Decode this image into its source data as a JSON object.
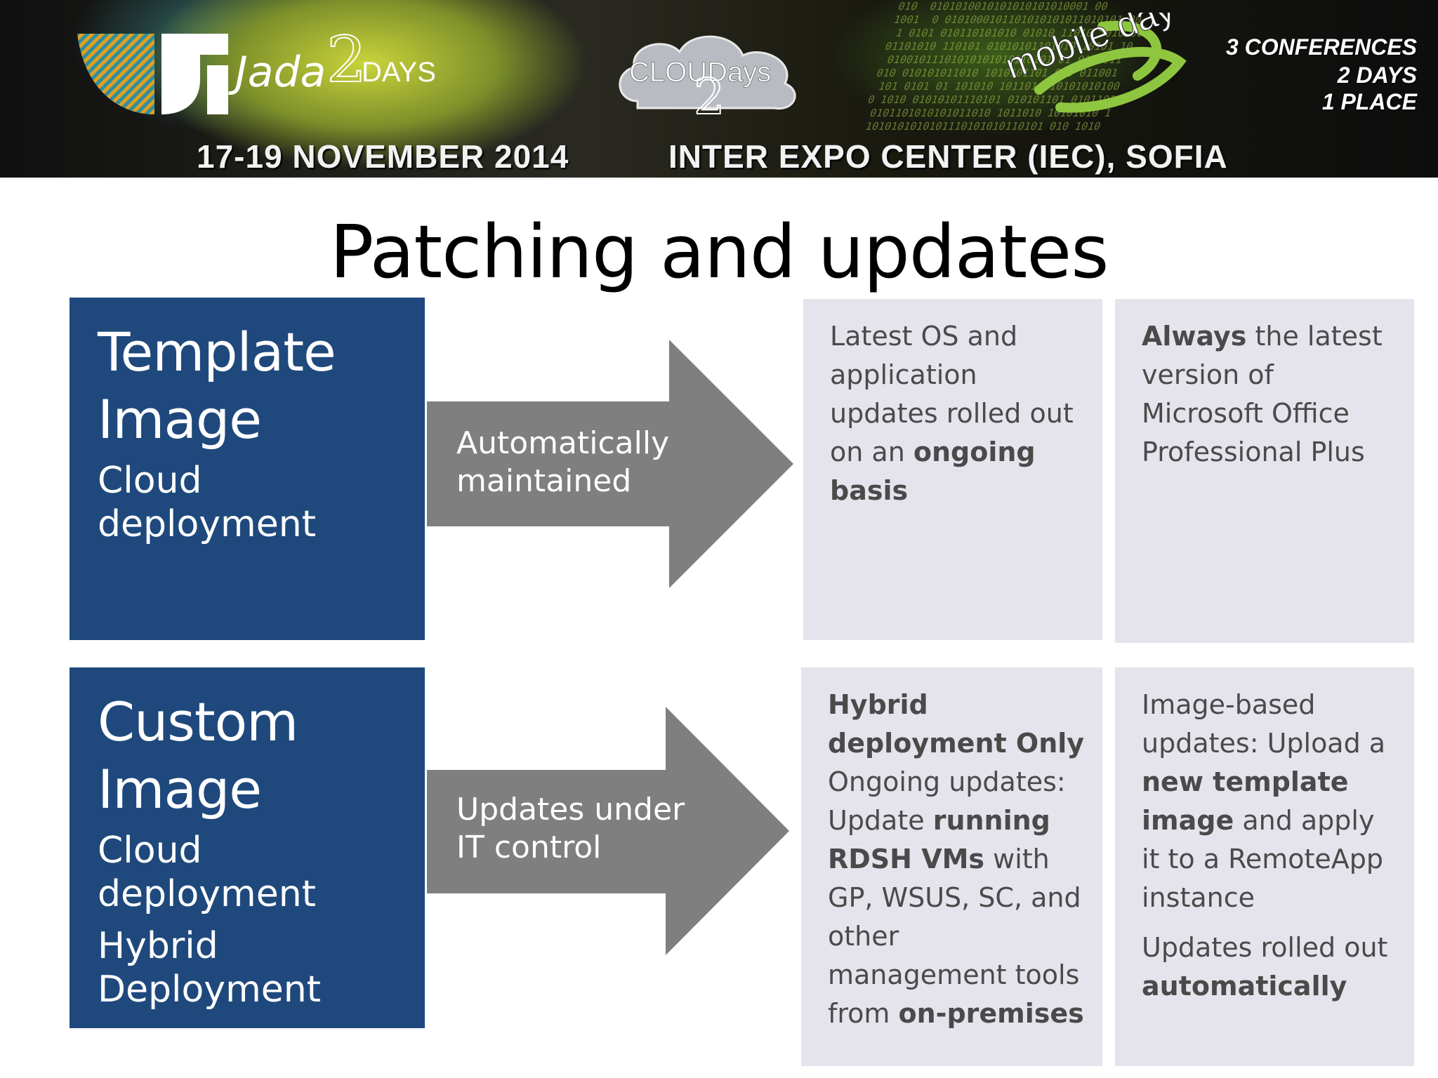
{
  "banner": {
    "logo_main_text": "DAYS",
    "logo_cloud_text": "CLOUDays",
    "logo_mobile_text": "mobile day",
    "conf_line_1": "3 CONFERENCES",
    "conf_line_2": "2 DAYS",
    "conf_line_3": "1 PLACE",
    "date_text": "17-19 NOVEMBER 2014",
    "venue_text": "INTER EXPO CENTER (IEC), SOFIA",
    "accent_color": "#a6c64a"
  },
  "slide": {
    "title": "Patching and updates",
    "rows": [
      {
        "box_title": "Template Image",
        "subs": [
          "Cloud deployment"
        ],
        "arrow_label_1": "Automatically",
        "arrow_label_2": "maintained",
        "card1": [
          {
            "text": "Latest OS and application updates rolled out on an ",
            "bold": false
          },
          {
            "text": "ongoing basis",
            "bold": true
          }
        ],
        "card2": [
          {
            "text": "Always",
            "bold": true
          },
          {
            "text": " the latest version of Microsoft Office Professional Plus",
            "bold": false
          }
        ]
      },
      {
        "box_title": "Custom Image",
        "subs": [
          "Cloud deployment",
          "Hybrid Deployment"
        ],
        "arrow_label_1": "Updates under",
        "arrow_label_2": "IT control",
        "card1": [
          {
            "text": "Hybrid deployment Only",
            "bold": true
          },
          {
            "text": " Ongoing updates: Update ",
            "bold": false
          },
          {
            "text": "running RDSH VMs",
            "bold": true
          },
          {
            "text": " with GP, WSUS, SC, and other management tools from ",
            "bold": false
          },
          {
            "text": "on-premises",
            "bold": true
          }
        ],
        "card2_p1": [
          {
            "text": "Image-based updates: Upload a ",
            "bold": false
          },
          {
            "text": "new template image",
            "bold": true
          },
          {
            "text": " and apply it to a RemoteApp instance",
            "bold": false
          }
        ],
        "card2_p2": [
          {
            "text": "Updates rolled out ",
            "bold": false
          },
          {
            "text": "automatically",
            "bold": true
          }
        ]
      }
    ],
    "colors": {
      "blue_box": "#1f497d",
      "arrow": "#7f7f7f",
      "grey_card": "#e5e4ec",
      "card_text": "#4a4a4a"
    }
  }
}
